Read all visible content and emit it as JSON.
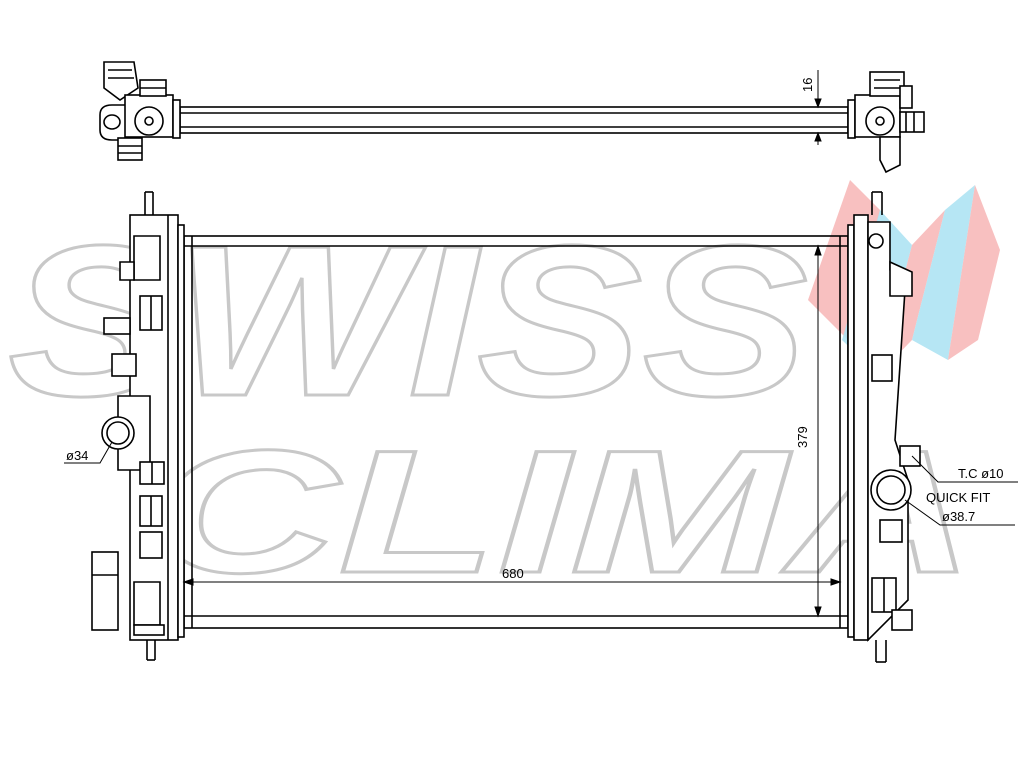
{
  "watermark": {
    "line1": "SWISS",
    "line2": "CLIMA",
    "logo_colors": [
      "#f7b5b5",
      "#a9e2f2"
    ],
    "outline_color": "#c8c8c8"
  },
  "dimensions": {
    "core_thickness": "16",
    "core_height": "379",
    "core_width": "680",
    "inlet_diameter": "ø34",
    "tc_label": "T.C ø10",
    "quick_fit_label": "QUICK FIT",
    "outlet_diameter": "ø38.7"
  },
  "colors": {
    "line": "#000000",
    "background": "#ffffff"
  }
}
